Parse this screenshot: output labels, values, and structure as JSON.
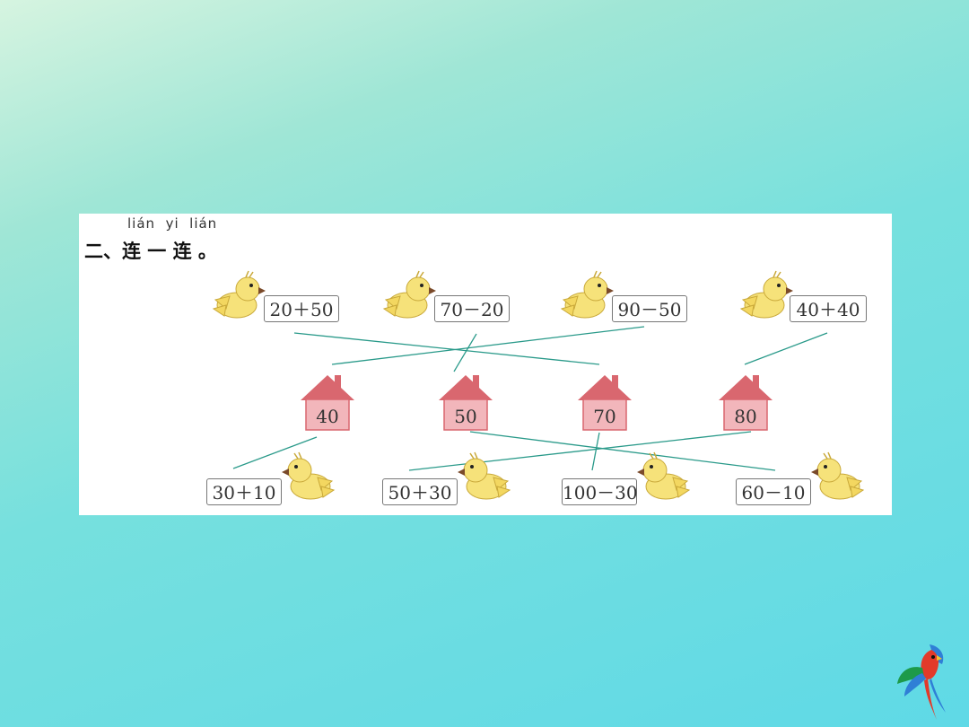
{
  "exercise": {
    "pinyin": "lián  yi  lián",
    "title": "二、连 一 连 。"
  },
  "top_expressions": [
    "20＋50",
    "70－20",
    "90－50",
    "40＋40"
  ],
  "houses": [
    "40",
    "50",
    "70",
    "80"
  ],
  "bottom_expressions": [
    "30＋10",
    "50＋30",
    "100－30",
    "60－10"
  ],
  "colors": {
    "line": "#2a9a8a",
    "house_roof": "#d9676f",
    "house_wall": "#f2b6bb",
    "bird_body": "#f6e27a"
  },
  "decor": {
    "corner_icon": "parrot-icon"
  }
}
